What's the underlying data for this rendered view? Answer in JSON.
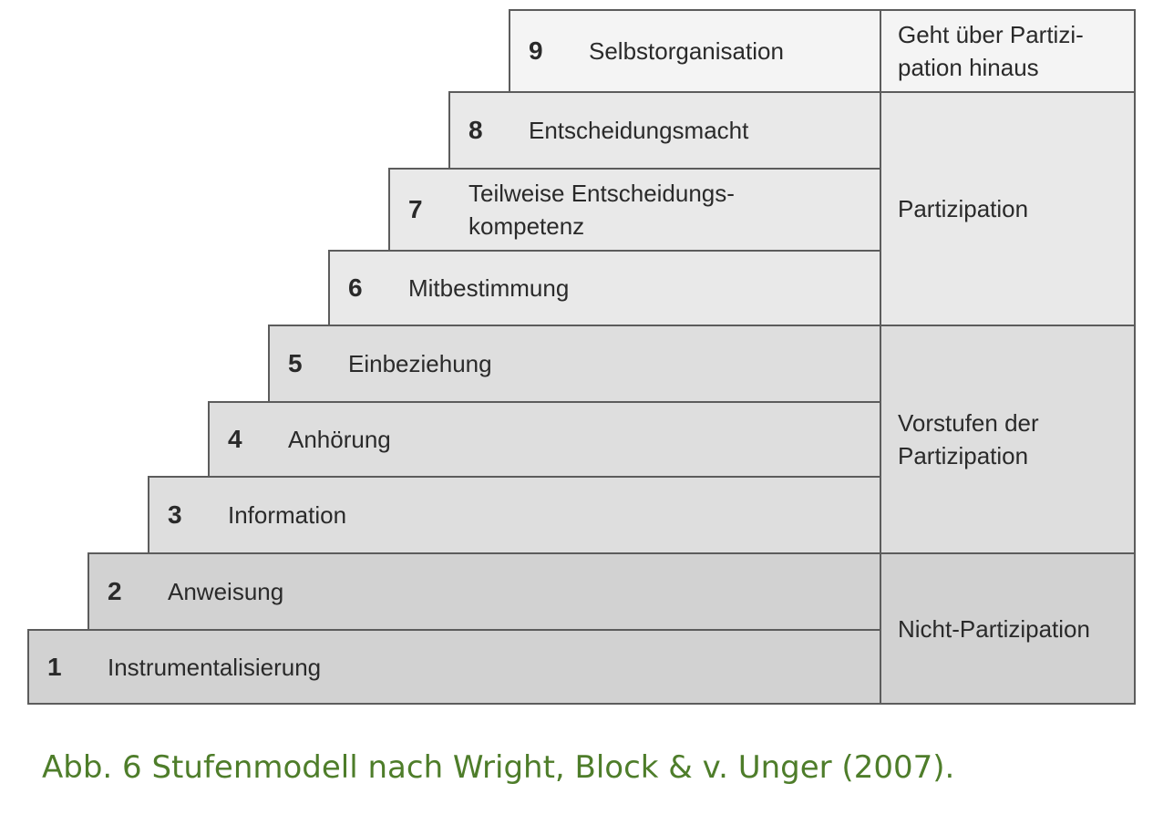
{
  "steps": [
    {
      "num": "1",
      "label": "Instrumentalisierung"
    },
    {
      "num": "2",
      "label": "Anweisung"
    },
    {
      "num": "3",
      "label": "Information"
    },
    {
      "num": "4",
      "label": "Anhörung"
    },
    {
      "num": "5",
      "label": "Einbeziehung"
    },
    {
      "num": "6",
      "label": "Mitbestimmung"
    },
    {
      "num": "7",
      "label": "Teilweise Entscheidungs-\nkompetenz"
    },
    {
      "num": "8",
      "label": "Entscheidungsmacht"
    },
    {
      "num": "9",
      "label": "Selbstorganisation"
    }
  ],
  "categories": [
    {
      "label": "Nicht-Partizipation",
      "steps": [
        "1",
        "2"
      ]
    },
    {
      "label": "Vorstufen der\nPartizipation",
      "steps": [
        "3",
        "4",
        "5"
      ]
    },
    {
      "label": "Partizipation",
      "steps": [
        "6",
        "7",
        "8"
      ]
    },
    {
      "label": "Geht über Partizi-\npation hinaus",
      "steps": [
        "9"
      ]
    }
  ],
  "caption": "Abb. 6 Stufenmodell nach Wright, Block & v. Unger (2007)."
}
